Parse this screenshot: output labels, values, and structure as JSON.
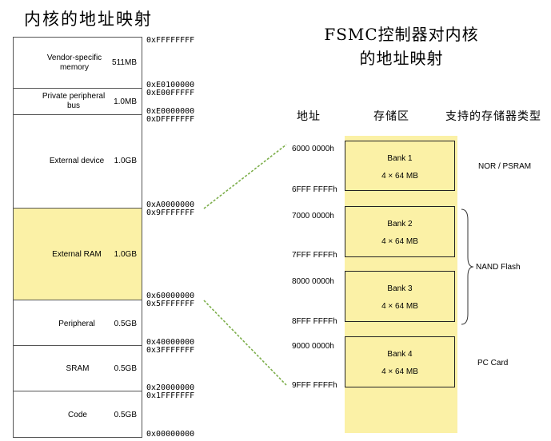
{
  "left_title": "内核的地址映射",
  "right_title_line1": "FSMC控制器对内核",
  "right_title_line2": "的地址映射",
  "columns": {
    "address": "地址",
    "storage": "存储区",
    "types": "支持的存储器类型"
  },
  "regions": [
    {
      "name": "Vendor-specific memory",
      "size": "511MB"
    },
    {
      "name": "Private peripheral bus",
      "size": "1.0MB"
    },
    {
      "name": "External device",
      "size": "1.0GB"
    },
    {
      "name": "External RAM",
      "size": "1.0GB"
    },
    {
      "name": "Peripheral",
      "size": "0.5GB"
    },
    {
      "name": "SRAM",
      "size": "0.5GB"
    },
    {
      "name": "Code",
      "size": "0.5GB"
    }
  ],
  "addresses": [
    "0xFFFFFFFF",
    "0xE0100000",
    "0xE00FFFFF",
    "0xE0000000",
    "0xDFFFFFFF",
    "0xA0000000",
    "0x9FFFFFFF",
    "0x60000000",
    "0x5FFFFFFF",
    "0x40000000",
    "0x3FFFFFFF",
    "0x20000000",
    "0x1FFFFFFF",
    "0x00000000"
  ],
  "banks": [
    {
      "name": "Bank 1",
      "size": "4 × 64 MB",
      "start": "6000 0000h",
      "end": "6FFF FFFFh"
    },
    {
      "name": "Bank 2",
      "size": "4 × 64 MB",
      "start": "7000 0000h",
      "end": "7FFF FFFFh"
    },
    {
      "name": "Bank 3",
      "size": "4 × 64 MB",
      "start": "8000 0000h",
      "end": "8FFF FFFFh"
    },
    {
      "name": "Bank 4",
      "size": "4 × 64 MB",
      "start": "9000 0000h",
      "end": "9FFF FFFFh"
    }
  ],
  "memory_types": {
    "bank1": "NOR / PSRAM",
    "bank23": "NAND Flash",
    "bank4": "PC Card"
  },
  "colors": {
    "highlight": "#fbf1a6",
    "dashed_connector": "#7cae4a"
  }
}
